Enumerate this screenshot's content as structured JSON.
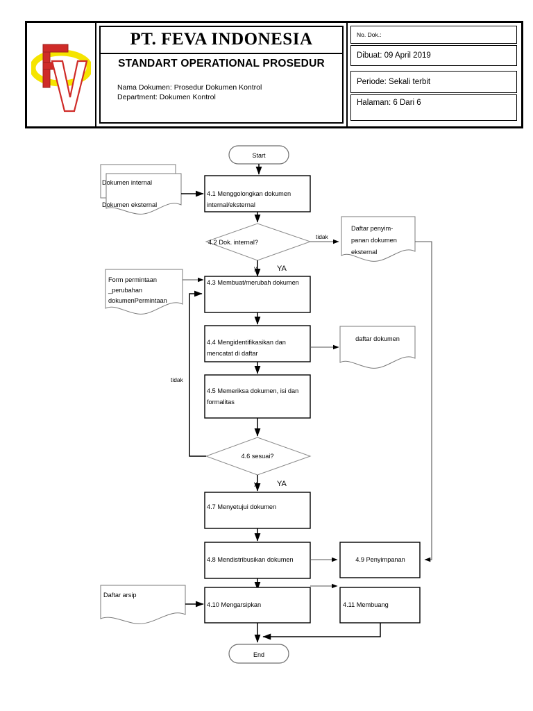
{
  "header": {
    "logo_alt": "feva-logo",
    "company_name": "PT. FEVA INDONESIA",
    "sop_title": "STANDART OPERATIONAL PROSEDUR",
    "doc_name_line": "Nama Dokumen: Prosedur Dokumen Kontrol",
    "department_line": "Department: Dokumen Kontrol",
    "meta": {
      "no_dok": "No. Dok.:",
      "dibuat": "Dibuat: 09 April 2019",
      "periode": "Periode: Sekali terbit",
      "halaman": "Halaman: 6 Dari 6"
    }
  },
  "flowchart": {
    "start_label": "Start",
    "end_label": "End",
    "nodes": {
      "n41": "4.1 Menggolongkan dokumen",
      "n41b": "internal/eksternal",
      "n42": "4.2 Dok. internal?",
      "n43": "4.3 Membuat/merubah dokumen",
      "n44": "4.4 Mengidentifikasikan dan",
      "n44b": "mencatat di daftar",
      "n45": "4.5 Memeriksa dokumen, isi dan",
      "n45b": "formalitas",
      "n46": "4.6 sesuai?",
      "n47": "4.7 Menyetujui dokumen",
      "n48": "4.8 Mendistribusikan dokumen",
      "n49": "4.9 Penyimpanan",
      "n410": "4.10 Mengarsipkan",
      "n411": "4.11 Membuang"
    },
    "docs": {
      "dok_internal": "Dokumen internal",
      "dok_eksternal": "Dokumen eksternal",
      "daftar_penyimpanan_1": "Daftar penyim-",
      "daftar_penyimpanan_2": "panan dokumen",
      "daftar_penyimpanan_3": "eksternal",
      "form_permintaan_1": "Form permintaan",
      "form_permintaan_2": "_perubahan",
      "form_permintaan_3": "dokumenPermintaan",
      "daftar_dokumen": "daftar dokumen",
      "daftar_arsip": "Daftar arsip"
    },
    "edges": {
      "tidak_42": "tidak",
      "ya_42_short": "y",
      "ya_42_big": "YA",
      "tidak_46": "tidak",
      "ya_46_short": "y",
      "ya_46_big": "YA"
    }
  },
  "colors": {
    "logo_red": "#cf2b28",
    "logo_yellow": "#f5e400",
    "line": "#000000",
    "doc_outline": "#7a7a7a"
  }
}
